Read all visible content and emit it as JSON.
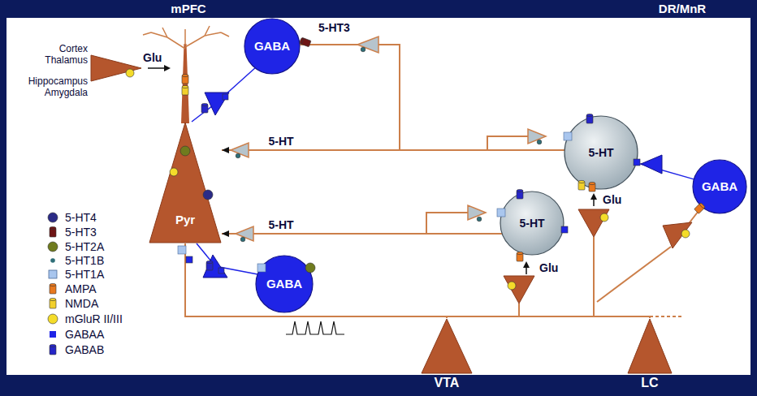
{
  "diagram": {
    "nodes": [
      {
        "text": [
          "GABA"
        ]
      },
      {
        "text": [
          "Pyr"
        ]
      },
      {
        "text": [
          "5-HT"
        ]
      },
      {
        "text": [
          "GABA"
        ]
      },
      {
        "text": [
          "5-HT"
        ]
      },
      {
        "text": [
          "GABA"
        ]
      },
      {
        "text": [
          "VTA"
        ]
      },
      {
        "text": [
          "LC"
        ]
      }
    ],
    "edges": [
      {
        "from": 2,
        "to": 1,
        "label": "5-HT",
        "arrow": "to"
      },
      {
        "from": 4,
        "to": 1,
        "label": "5-HT",
        "arrow": "to"
      },
      {
        "from": 2,
        "to": 0,
        "arrow": "none"
      },
      {
        "from": 0,
        "to": 1,
        "arrow": "none"
      },
      {
        "from": 5,
        "to": 1,
        "arrow": "none"
      },
      {
        "from": 3,
        "to": 2,
        "arrow": "none"
      },
      {
        "from": 1,
        "to": 6,
        "arrow": "none"
      },
      {
        "from": 1,
        "to": 7,
        "arrow": "none"
      }
    ],
    "labels": [
      "mPFC",
      "DR/MnR",
      "Cortex",
      "Thalamus",
      "Hippocampus",
      "Amygdala",
      "Glu",
      "5-HT3",
      "Glu",
      "Glu"
    ],
    "legend": [
      {
        "text": "5-HT4",
        "color": "#2b2b86"
      },
      {
        "text": "5-HT3",
        "color": "#6e1414"
      },
      {
        "text": "5-HT2A",
        "color": "#6f7b1e"
      },
      {
        "text": "5-HT1B",
        "color": "#2f6f78"
      },
      {
        "text": "5-HT1A",
        "color": "#a9c6ee"
      },
      {
        "text": "AMPA",
        "color": "#e8781e"
      },
      {
        "text": "NMDA",
        "color": "#f2d02c"
      },
      {
        "text": "mGluR II/III",
        "color": "#f4dc2a"
      },
      {
        "text": "GABAA",
        "color": "#1f24e6"
      },
      {
        "text": "GABAB",
        "color": "#2626c8"
      }
    ]
  }
}
